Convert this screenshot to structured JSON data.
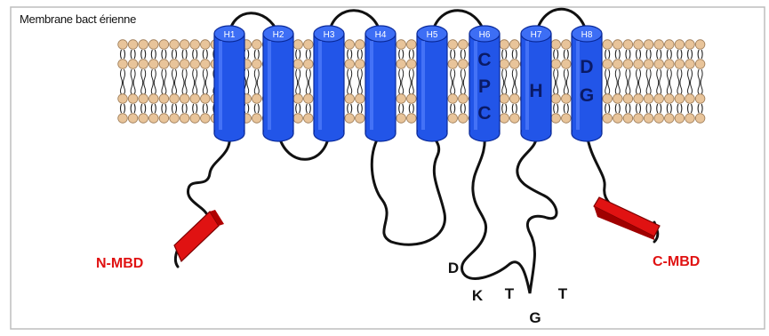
{
  "membrane_label": "Membrane bact érienne",
  "helices": [
    {
      "label": "H1",
      "letters": []
    },
    {
      "label": "H2",
      "letters": []
    },
    {
      "label": "H3",
      "letters": []
    },
    {
      "label": "H4",
      "letters": []
    },
    {
      "label": "H5",
      "letters": []
    },
    {
      "label": "H6",
      "letters": [
        "C",
        "P",
        "C"
      ]
    },
    {
      "label": "H7",
      "letters": [
        "H"
      ]
    },
    {
      "label": "H8",
      "letters": [
        "D",
        "G"
      ]
    }
  ],
  "motif_letters": [
    "D",
    "K",
    "T",
    "G",
    "T"
  ],
  "domains": {
    "n_term": "N-MBD",
    "c_term": "C-MBD"
  },
  "colors": {
    "helix": "#2255e8",
    "helix_dark": "#0a2a9a",
    "lipid_head": "#e8c49a",
    "lipid_head_edge": "#9c7a55",
    "domain_red": "#e01212",
    "loop": "#111111",
    "frame": "#bdbdbd"
  }
}
